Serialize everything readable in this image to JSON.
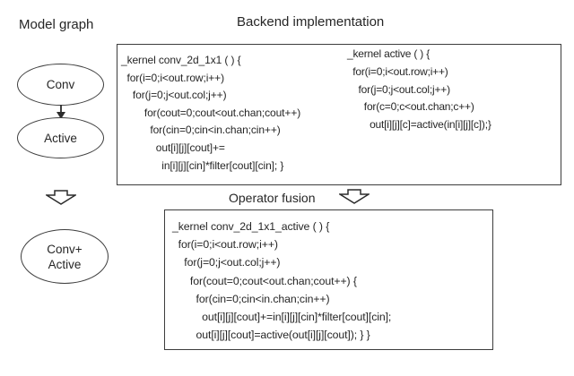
{
  "titles": {
    "model_graph": "Model graph",
    "backend": "Backend implementation",
    "operator_fusion": "Operator fusion"
  },
  "model_graph": {
    "conv_node": "Conv",
    "active_node": "Active",
    "fused_node_lines": [
      "Conv+",
      "Active"
    ]
  },
  "backend_box": {
    "conv_kernel_lines": [
      "_kernel conv_2d_1x1 ( ) {",
      "  for(i=0;i<out.row;i++)",
      "    for(j=0;j<out.col;j++)",
      "        for(cout=0;cout<out.chan;cout++)",
      "          for(cin=0;cin<in.chan;cin++)",
      "            out[i][j][cout]+=",
      "              in[i][j][cin]*filter[cout][cin]; }"
    ],
    "active_kernel_lines": [
      "_kernel active ( ) {",
      "  for(i=0;i<out.row;i++)",
      "    for(j=0;j<out.col;j++)",
      "      for(c=0;c<out.chan;c++)",
      "        out[i][j][c]=active(in[i][j][c]);}"
    ]
  },
  "fused_box": {
    "lines": [
      "_kernel conv_2d_1x1_active ( ) {",
      "  for(i=0;i<out.row;i++)",
      "    for(j=0;j<out.col;j++)",
      "      for(cout=0;cout<out.chan;cout++) {",
      "        for(cin=0;cin<in.chan;cin++)",
      "          out[i][j][cout]+=in[i][j][cin]*filter[cout][cin];",
      "        out[i][j][cout]=active(out[i][j][cout]); } }"
    ]
  },
  "colors": {
    "line": "#3d3d3d",
    "text": "#262626",
    "background": "#ffffff"
  }
}
